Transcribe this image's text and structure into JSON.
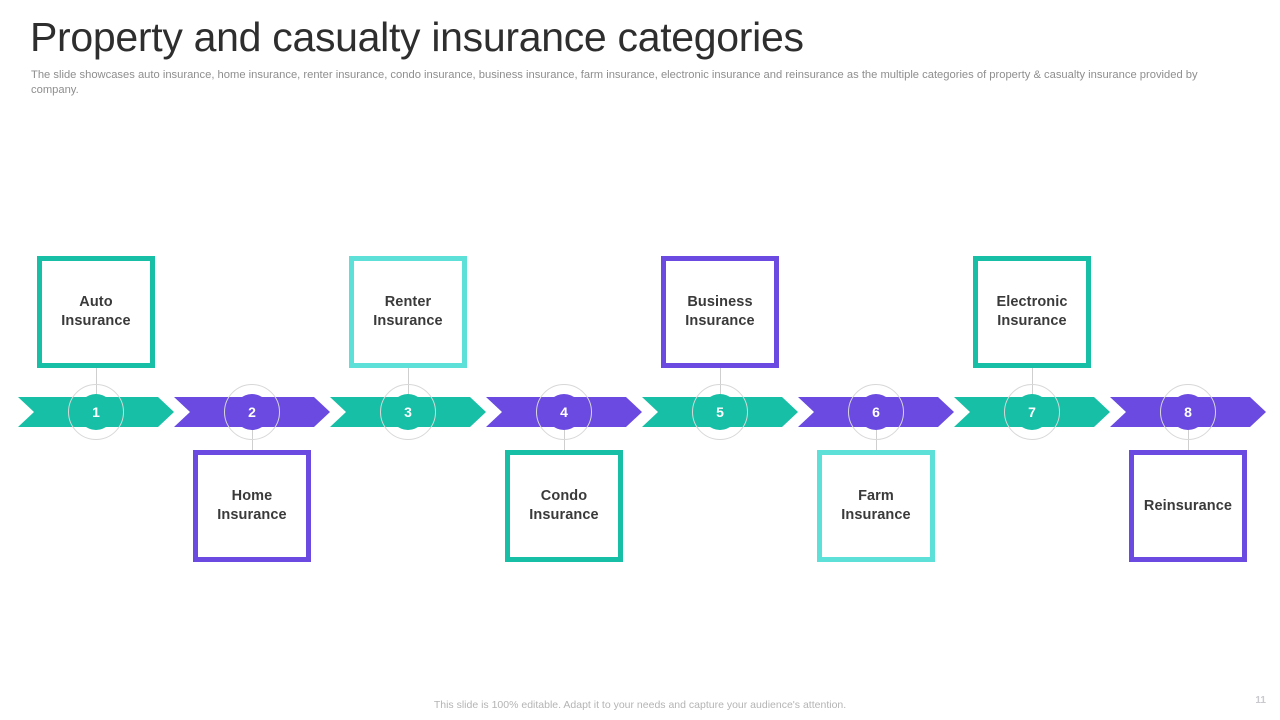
{
  "header": {
    "title": "Property and casualty insurance categories",
    "subtitle": "The slide showcases auto insurance, home insurance, renter insurance, condo insurance, business insurance, farm insurance, electronic insurance and reinsurance as the multiple categories of property & casualty insurance provided by company."
  },
  "colors": {
    "teal": "#16BFA5",
    "aqua": "#5CE0D8",
    "purple": "#6A4AE0",
    "title_text": "#2e2e2e",
    "subtitle_text": "#8e8e8e",
    "box_text": "#3a3a3a",
    "connector": "#cfcfcf",
    "ring": "#d8d8d8",
    "footer_text": "#b4b4b4",
    "page_number": "#c9c9ce"
  },
  "steps": [
    {
      "number": "1",
      "label": "Auto\nInsurance",
      "label_line1": "Auto",
      "label_line2": "Insurance",
      "position": "top",
      "band_color": "#16BFA5",
      "circle_color": "#16BFA5",
      "box_color": "#16BFA5"
    },
    {
      "number": "2",
      "label": "Home\nInsurance",
      "label_line1": "Home",
      "label_line2": "Insurance",
      "position": "bottom",
      "band_color": "#6A4AE0",
      "circle_color": "#6A4AE0",
      "box_color": "#6A4AE0"
    },
    {
      "number": "3",
      "label": "Renter\nInsurance",
      "label_line1": "Renter",
      "label_line2": "Insurance",
      "position": "top",
      "band_color": "#16BFA5",
      "circle_color": "#16BFA5",
      "box_color": "#5CE0D8"
    },
    {
      "number": "4",
      "label": "Condo\nInsurance",
      "label_line1": "Condo",
      "label_line2": "Insurance",
      "position": "bottom",
      "band_color": "#6A4AE0",
      "circle_color": "#6A4AE0",
      "box_color": "#16BFA5"
    },
    {
      "number": "5",
      "label": "Business\nInsurance",
      "label_line1": "Business",
      "label_line2": "Insurance",
      "position": "top",
      "band_color": "#16BFA5",
      "circle_color": "#16BFA5",
      "box_color": "#6A4AE0"
    },
    {
      "number": "6",
      "label": "Farm\nInsurance",
      "label_line1": "Farm",
      "label_line2": "Insurance",
      "position": "bottom",
      "band_color": "#6A4AE0",
      "circle_color": "#6A4AE0",
      "box_color": "#5CE0D8"
    },
    {
      "number": "7",
      "label": "Electronic\nInsurance",
      "label_line1": "Electronic",
      "label_line2": "Insurance",
      "position": "top",
      "band_color": "#16BFA5",
      "circle_color": "#16BFA5",
      "box_color": "#16BFA5"
    },
    {
      "number": "8",
      "label": "Reinsurance",
      "label_line1": "Reinsurance",
      "label_line2": "",
      "position": "bottom",
      "band_color": "#6A4AE0",
      "circle_color": "#6A4AE0",
      "box_color": "#6A4AE0"
    }
  ],
  "footer": {
    "note": "This slide is 100% editable. Adapt it to your needs and capture your audience's attention.",
    "page_number": "11"
  }
}
